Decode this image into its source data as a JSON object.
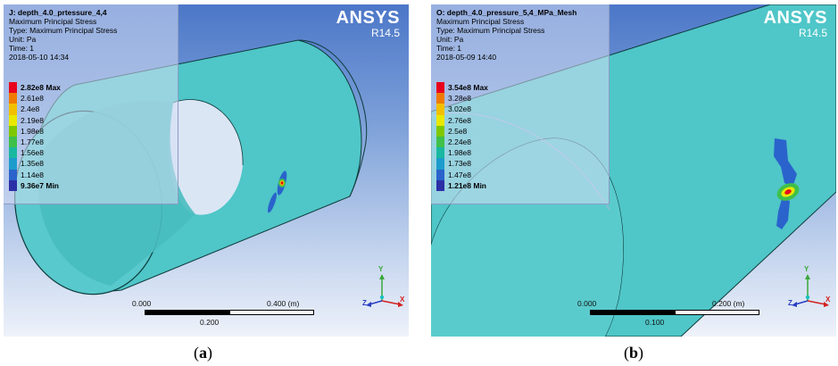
{
  "panels": [
    {
      "title": "J: depth_4.0_prtessure_4,4",
      "subtitle": "Maximum Principal Stress",
      "type_line": "Type: Maximum Principal Stress",
      "unit_line": "Unit: Pa",
      "time_line": "Time: 1",
      "date_line": "2018-05-10 14:34",
      "legend": [
        "2.82e8 Max",
        "2.61e8",
        "2.4e8",
        "2.19e8",
        "1.98e8",
        "1.77e8",
        "1.56e8",
        "1.35e8",
        "1.14e8",
        "9.36e7 Min"
      ],
      "scale": {
        "left": "0.000",
        "right": "0.400 (m)",
        "mid": "0.200"
      },
      "caption_letter": "a"
    },
    {
      "title": "O: depth_4.0_pressure_5,4_MPa_Mesh",
      "subtitle": "Maximum Principal Stress",
      "type_line": "Type: Maximum Principal Stress",
      "unit_line": "Unit: Pa",
      "time_line": "Time: 1",
      "date_line": "2018-05-09 14:40",
      "legend": [
        "3.54e8 Max",
        "3.28e8",
        "3.02e8",
        "2.76e8",
        "2.5e8",
        "2.24e8",
        "1.98e8",
        "1.73e8",
        "1.47e8",
        "1.21e8 Min"
      ],
      "scale": {
        "left": "0.000",
        "right": "0.200 (m)",
        "mid": "0.100"
      },
      "caption_letter": "b"
    }
  ],
  "brand": {
    "name": "ANSYS",
    "version": "R14.5"
  },
  "axes": {
    "x": "X",
    "y": "Y",
    "z": "Z"
  },
  "caption": {
    "open": "(",
    "close": ")"
  },
  "legend_colors": [
    "#e8001d",
    "#f07a00",
    "#f2c000",
    "#e8e800",
    "#7fc800",
    "#3fc04a",
    "#19b8a0",
    "#1c9ccc",
    "#2a63cc",
    "#2b2fa5"
  ],
  "colors": {
    "tube": "#4fc6c8",
    "tube_edge": "#0d3b3b",
    "sky_top": "#4c77c8",
    "sky_bottom": "#eef2fa"
  }
}
